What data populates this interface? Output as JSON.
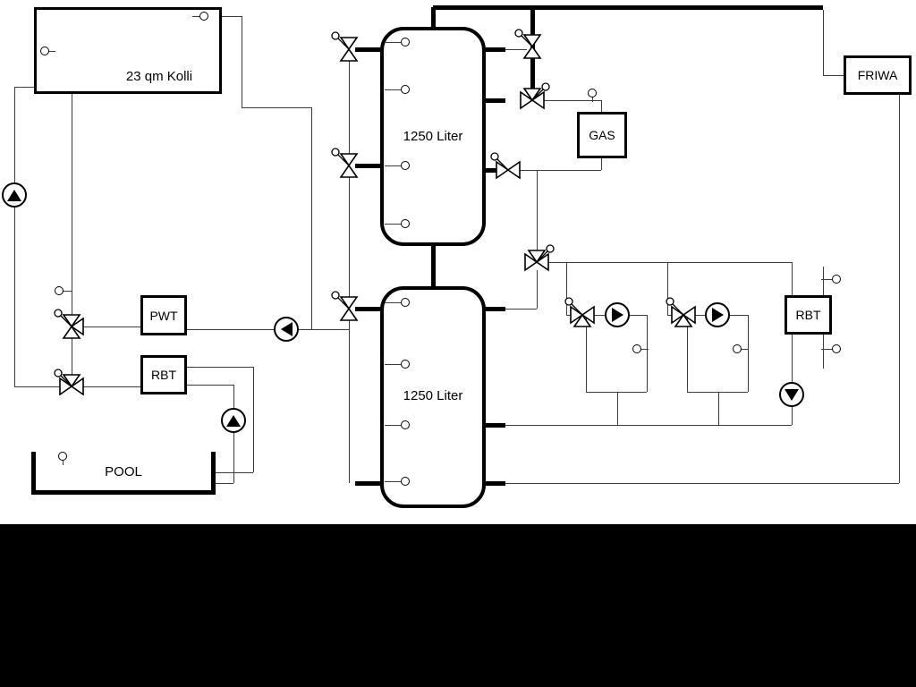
{
  "diagram": {
    "collector": {
      "label": "23 qm Kolli"
    },
    "tank_top": {
      "label": "1250 Liter"
    },
    "tank_bottom": {
      "label": "1250 Liter"
    },
    "pwt": {
      "label": "PWT"
    },
    "rbt_left": {
      "label": "RBT"
    },
    "gas": {
      "label": "GAS"
    },
    "friwa": {
      "label": "FRIWA"
    },
    "rbt_right": {
      "label": "RBT"
    },
    "pool": {
      "label": "POOL"
    }
  },
  "icons": {
    "pump": "circle-with-filled-triangle",
    "valve": "bowtie-triangles-with-actuator-circle",
    "sensor": "small-circle-with-stem"
  },
  "colors": {
    "pipe": "#3d3d3d",
    "outline": "#000000",
    "background": "#ffffff",
    "bottom_bar": "#000000"
  }
}
